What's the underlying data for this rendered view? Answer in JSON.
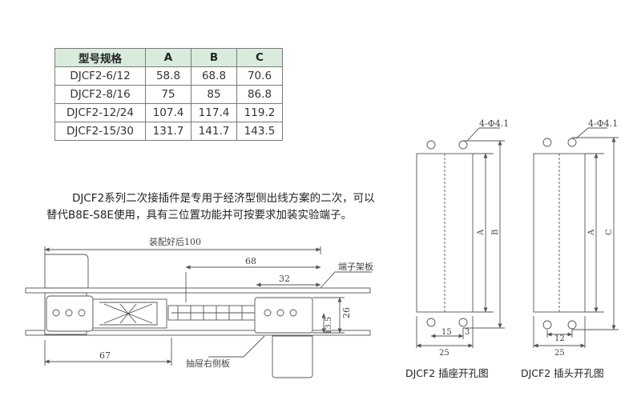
{
  "table": {
    "headers": [
      "型号规格",
      "A",
      "B",
      "C"
    ],
    "rows": [
      [
        "DJCF2-6/12",
        "58.8",
        "68.8",
        "70.6"
      ],
      [
        "DJCF2-8/16",
        "75",
        "85",
        "86.8"
      ],
      [
        "DJCF2-12/24",
        "107.4",
        "117.4",
        "119.2"
      ],
      [
        "DJCF2-15/30",
        "131.7",
        "141.7",
        "143.5"
      ]
    ]
  },
  "description": {
    "line1": "DJCF2系列二次接插件是专用于经济型侧出线方案的二次，可以",
    "line2": "替代B8E-S8E使用，具有三位置功能并可按要求加装实验端子。"
  },
  "assembly": {
    "dim_total": "装配好后100",
    "dim_68": "68",
    "dim_32": "32",
    "dim_67": "67",
    "dim_26": "26",
    "dim_13_5": "13.5",
    "label_terminal_panel": "端子架板",
    "label_drawer_side": "抽屉右侧板"
  },
  "socket_cutout": {
    "hole_label": "4-Φ4.1",
    "dim_a": "A",
    "dim_b": "B",
    "dim_15": "15",
    "dim_3": "3",
    "dim_25": "25",
    "caption": "DJCF2 插座开孔图"
  },
  "plug_cutout": {
    "hole_label": "4-Φ4.1",
    "dim_a": "A",
    "dim_c": "C",
    "dim_12": "12",
    "dim_25": "25",
    "caption": "DJCF2 插头开孔图"
  }
}
